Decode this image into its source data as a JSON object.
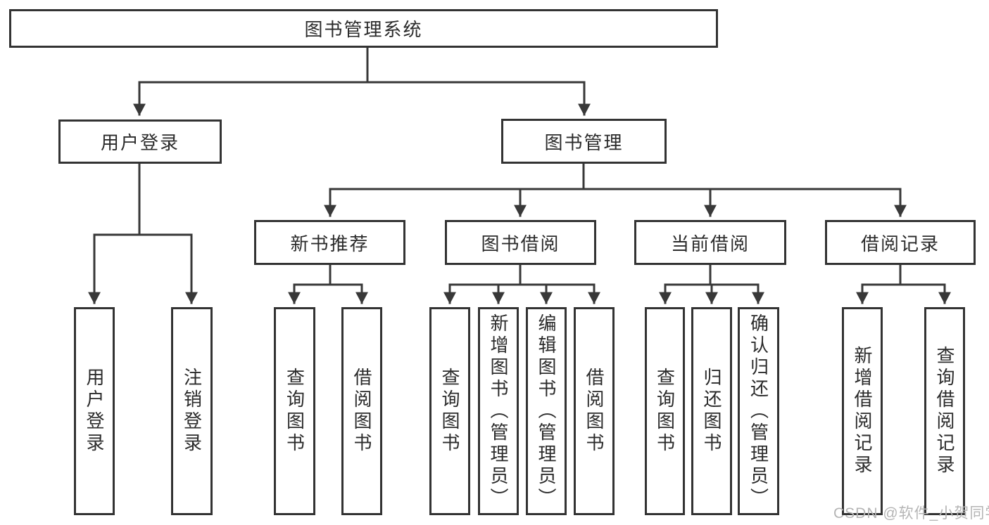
{
  "diagram_title": "图书管理系统",
  "tree": {
    "root": "图书管理系统",
    "children": [
      {
        "label": "用户登录",
        "children": [
          {
            "label": "用户登录"
          },
          {
            "label": "注销登录"
          }
        ]
      },
      {
        "label": "图书管理",
        "children": [
          {
            "label": "新书推荐",
            "children": [
              {
                "label": "查询图书"
              },
              {
                "label": "借阅图书"
              }
            ]
          },
          {
            "label": "图书借阅",
            "children": [
              {
                "label": "查询图书"
              },
              {
                "label": "新增图书（管理员）"
              },
              {
                "label": "编辑图书（管理员）"
              },
              {
                "label": "借阅图书"
              }
            ]
          },
          {
            "label": "当前借阅",
            "children": [
              {
                "label": "查询图书"
              },
              {
                "label": "归还图书"
              },
              {
                "label": "确认归还（管理员）"
              }
            ]
          },
          {
            "label": "借阅记录",
            "children": [
              {
                "label": "新增借阅记录"
              },
              {
                "label": "查询借阅记录"
              }
            ]
          }
        ]
      }
    ]
  },
  "watermark": "CSDN @软件_小贺同学",
  "colors": {
    "line": "#383838",
    "box_border": "#333333",
    "box_background": "#ffffff",
    "text": "#2b2b2b",
    "watermark": "#b5b5b5"
  }
}
